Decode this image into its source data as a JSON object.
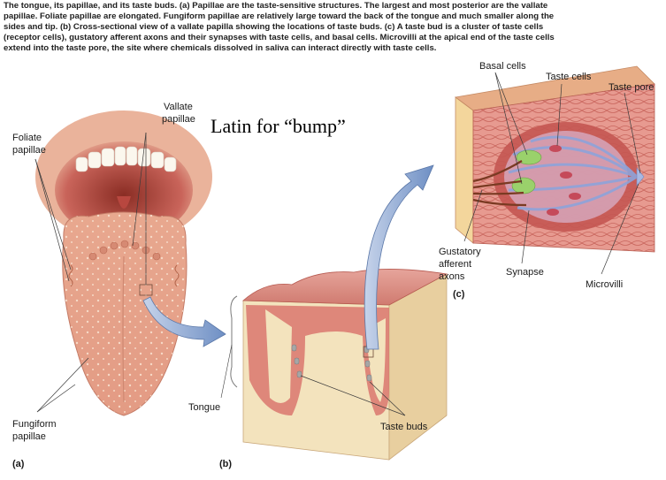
{
  "caption": {
    "lines": [
      "The tongue, its papillae, and its taste buds. (a) Papillae are the taste-sensitive structures. The largest and most posterior are the vallate",
      "papillae. Foliate papillae are elongated. Fungiform papillae are relatively large toward the back of the tongue and much smaller along the",
      "sides and tip. (b) Cross-sectional view of a vallate papilla showing the locations of taste buds. (c) A taste bud is a cluster of taste cells",
      "(receptor cells), gustatory afferent axons and their synapses with taste cells, and basal cells. Microvilli at the apical end of the taste cells",
      "extend into the taste pore, the site where chemicals dissolved in saliva can interact directly with taste cells."
    ]
  },
  "annotation": "Latin for “bump”",
  "panel_a": {
    "label": "(a)",
    "vallate_line1": "Vallate",
    "vallate_line2": "papillae",
    "foliate_line1": "Foliate",
    "foliate_line2": "papillae",
    "fungiform_line1": "Fungiform",
    "fungiform_line2": "papillae"
  },
  "panel_b": {
    "label": "(b)",
    "tongue": "Tongue",
    "taste_buds": "Taste buds"
  },
  "panel_c": {
    "label": "(c)",
    "basal_cells": "Basal cells",
    "taste_cells": "Taste cells",
    "taste_pore": "Taste pore",
    "gustatory_line1": "Gustatory",
    "gustatory_line2": "afferent",
    "gustatory_line3": "axons",
    "synapse": "Synapse",
    "microvilli": "Microvilli"
  },
  "colors": {
    "tongue": "#e7a189",
    "tissue": "#d9776f",
    "lining": "#c8534f",
    "base_tissue": "#f3e3bd",
    "arrow": "#8fa9d1",
    "cell_green": "#9ad16b",
    "cell_blue": "#a8b8e2"
  }
}
